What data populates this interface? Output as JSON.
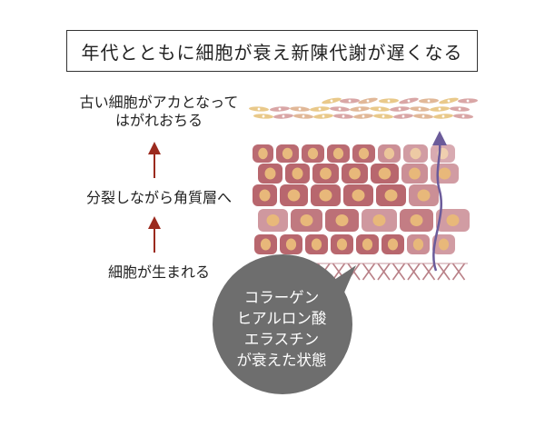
{
  "title": "年代とともに細胞が衰え新陳代謝が遅くなる",
  "stages": [
    {
      "line1": "古い細胞がアカとなって",
      "line2": "はがれおちる"
    },
    {
      "line1": "分裂しながら角質層へ"
    },
    {
      "line1": "細胞が生まれる"
    }
  ],
  "bubble": {
    "lines": [
      "コラーゲン",
      "ヒアルロン酸",
      "エラスチン",
      "が衰えた状態"
    ]
  },
  "colors": {
    "arrow_red": "#9b2a1e",
    "arrow_purple": "#6b5b9a",
    "bubble_gray": "#6e6e6e",
    "cell_dark": "#b8676e",
    "cell_light": "#e2c0c7",
    "nucleus": "#e8b87a",
    "flake_gold": "#e9c98a",
    "flake_rose": "#d9a6a6"
  }
}
